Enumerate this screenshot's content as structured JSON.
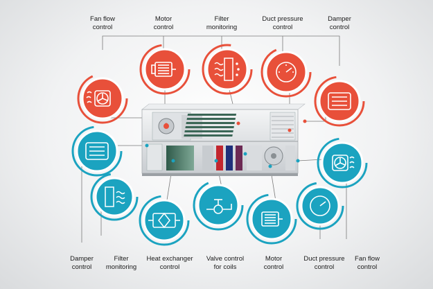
{
  "colors": {
    "red": "#e8503a",
    "blue": "#1ba3c0",
    "ring": "#ffffff",
    "line": "#7a7a7a"
  },
  "labels": {
    "top_fan": "Fan flow\ncontrol",
    "top_motor": "Motor\ncontrol",
    "top_filter": "Filter\nmonitoring",
    "top_duct": "Duct pressure\ncontrol",
    "top_damper": "Damper\ncontrol",
    "bot_damper": "Damper\ncontrol",
    "bot_filter": "Filter\nmonitoring",
    "bot_heat": "Heat exchanger\ncontrol",
    "bot_valve": "Valve control\nfor coils",
    "bot_motor": "Motor\ncontrol",
    "bot_duct": "Duct pressure\ncontrol",
    "bot_fan": "Fan flow\ncontrol"
  },
  "icons": {
    "red_fan": "fan-icon",
    "red_motor": "motor-icon",
    "red_filter": "filter-icon",
    "red_duct": "pressure-gauge-icon",
    "red_damper": "damper-icon",
    "blue_damper": "damper-icon",
    "blue_filter": "filter-icon",
    "blue_heat": "heat-exchanger-icon",
    "blue_valve": "valve-icon",
    "blue_motor": "motor-icon",
    "blue_duct": "pressure-gauge-icon",
    "blue_fan": "fan-icon"
  }
}
